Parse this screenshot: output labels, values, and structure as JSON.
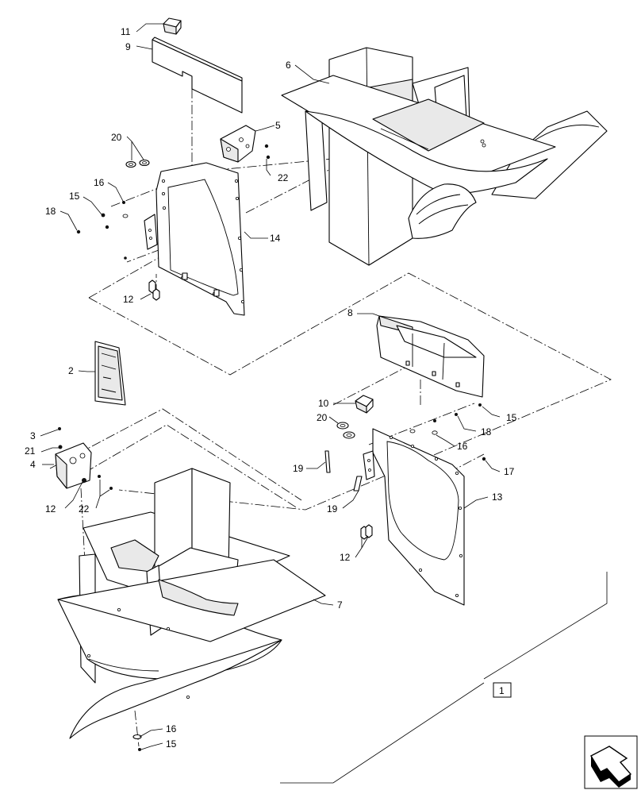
{
  "callouts": {
    "c1": "1",
    "c2": "2",
    "c3": "3",
    "c4": "4",
    "c5": "5",
    "c6": "6",
    "c7": "7",
    "c8": "8",
    "c9": "9",
    "c10a": "10",
    "c11": "11",
    "c12a": "12",
    "c12b": "12",
    "c12c": "12",
    "c13": "13",
    "c14": "14",
    "c15a": "15",
    "c15b": "15",
    "c15c": "15",
    "c16a": "16",
    "c16b": "16",
    "c16c": "16",
    "c17": "17",
    "c18a": "18",
    "c18b": "18",
    "c19a": "19",
    "c19b": "19",
    "c20a": "20",
    "c20b": "20",
    "c21": "21",
    "c22a": "22",
    "c22b": "22"
  },
  "icons": {
    "nav": "previous-page-arrow-icon"
  }
}
